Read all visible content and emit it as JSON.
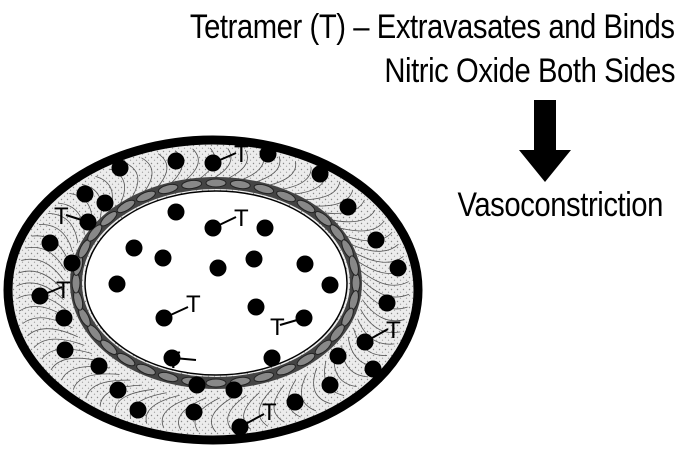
{
  "title_line1": "Tetramer (T) – Extravasates and Binds",
  "title_line2": "Nitric Oxide Both Sides",
  "result_label": "Vasoconstriction",
  "tetramer_symbol": "T",
  "colors": {
    "ink": "#000000",
    "wall_fill": "#d9d9d9",
    "endothelial": "#7a7a7a",
    "lumen": "#ffffff"
  },
  "icons": [
    "down-arrow-icon"
  ]
}
